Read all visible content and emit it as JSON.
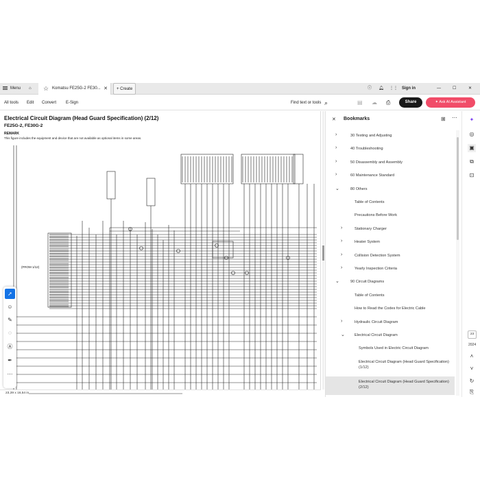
{
  "titlebar": {
    "menu_label": "Menu",
    "tab_title": "Komatsu FE25G-2 FE30...",
    "create_label": "Create",
    "signin_label": "Sign in"
  },
  "toolbar": {
    "all_tools": "All tools",
    "edit": "Edit",
    "convert": "Convert",
    "esign": "E-Sign",
    "find": "Find text or tools",
    "share": "Share",
    "ai_assistant": "Ask AI Assistant"
  },
  "document": {
    "title": "Electrical Circuit Diagram (Head Guard Specification) (2/12)",
    "model": "FE25G-2, FE30G-2",
    "remark_label": "REMARK",
    "remark_text": "This figure includes the equipment and device that are not available as optional items in some areas.",
    "from_label": "(FROM 1/12)",
    "page_size": "23,39 x 16,54 in"
  },
  "bookmarks": {
    "title": "Bookmarks",
    "items": [
      {
        "label": "30 Testing and Adjusting",
        "chevron": "›",
        "level": 0
      },
      {
        "label": "40 Troubleshooting",
        "chevron": "›",
        "level": 0
      },
      {
        "label": "50 Disassembly and Assembly",
        "chevron": "›",
        "level": 0
      },
      {
        "label": "60 Maintenance Standard",
        "chevron": "›",
        "level": 0
      },
      {
        "label": "80 Others",
        "chevron": "⌄",
        "level": 0
      },
      {
        "label": "Table of Contents",
        "chevron": "",
        "level": 1
      },
      {
        "label": "Precautions Before Work",
        "chevron": "",
        "level": 1
      },
      {
        "label": "Stationary Charger",
        "chevron": "›",
        "level": 1
      },
      {
        "label": "Heater System",
        "chevron": "›",
        "level": 1
      },
      {
        "label": "Collision Detection System",
        "chevron": "›",
        "level": 1
      },
      {
        "label": "Yearly Inspection Criteria",
        "chevron": "›",
        "level": 1
      },
      {
        "label": "90 Circuit Diagrams",
        "chevron": "⌄",
        "level": 0
      },
      {
        "label": "Table of Contents",
        "chevron": "",
        "level": 1
      },
      {
        "label": "How to Read the Codes for Electric Cable",
        "chevron": "",
        "level": 1
      },
      {
        "label": "Hydraulic Circuit Diagram",
        "chevron": "›",
        "level": 1
      },
      {
        "label": "Electrical Circuit Diagram",
        "chevron": "⌄",
        "level": 1
      },
      {
        "label": "Symbols Used in Electric Circuit Diagram",
        "chevron": "",
        "level": 2
      },
      {
        "label": "Electrical Circuit Diagram (Head Guard Specification) (1/12)",
        "chevron": "",
        "level": 2
      },
      {
        "label": "Electrical Circuit Diagram (Head Guard Specification) (2/12)",
        "chevron": "",
        "level": 2,
        "selected": true
      }
    ]
  },
  "rail": {
    "page_number": "23",
    "page_count": "2024"
  },
  "colors": {
    "accent": "#1473e6",
    "ai": "#f14c68",
    "share": "#1a1a1a"
  }
}
